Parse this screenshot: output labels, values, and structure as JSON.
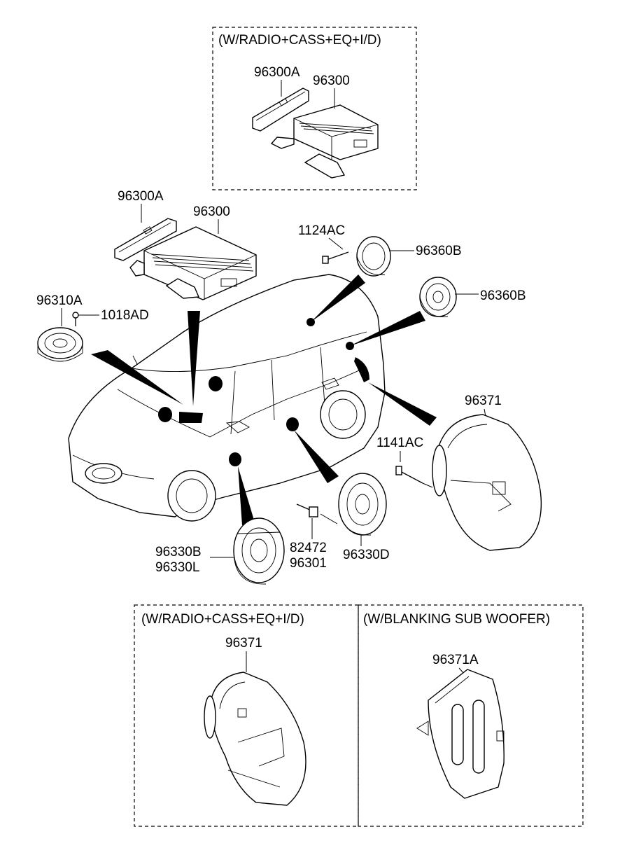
{
  "boxes": {
    "top_caption": "(W/RADIO+CASS+EQ+I/D)",
    "bottom_left_caption": "(W/RADIO+CASS+EQ+I/D)",
    "bottom_right_caption": "(W/BLANKING SUB WOOFER)"
  },
  "labels": {
    "top_96300A": "96300A",
    "top_96300": "96300",
    "amp_96300A": "96300A",
    "amp_96300": "96300",
    "l_1124AC": "1124AC",
    "l_96360B_1": "96360B",
    "l_96360B_2": "96360B",
    "l_96310A": "96310A",
    "l_1018AD": "1018AD",
    "l_96371": "96371",
    "l_1141AC": "1141AC",
    "l_96330B": "96330B",
    "l_96330L": "96330L",
    "l_82472": "82472",
    "l_96301": "96301",
    "l_96330D": "96330D",
    "bl_96371": "96371",
    "br_96371A": "96371A"
  }
}
